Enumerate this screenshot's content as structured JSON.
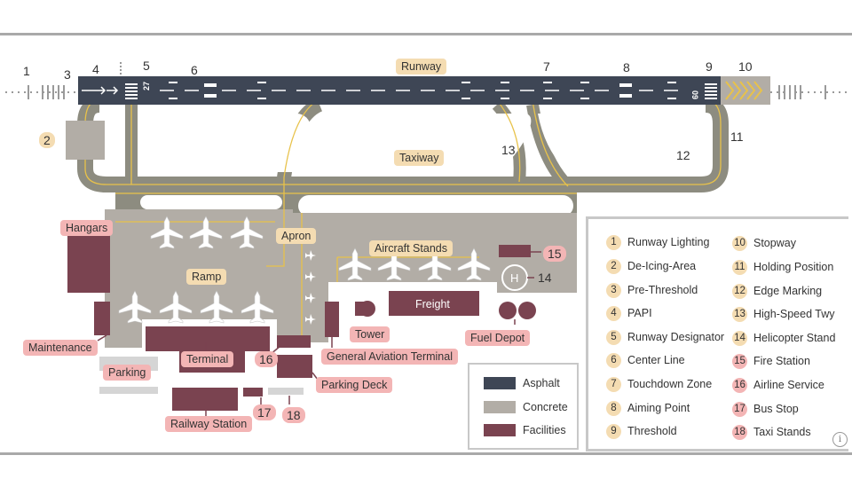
{
  "labels": {
    "runway": "Runway",
    "taxiway": "Taxiway",
    "apron": "Apron",
    "hangars": "Hangars",
    "ramp": "Ramp",
    "aircraft_stands": "Aircraft Stands",
    "freight": "Freight",
    "tower": "Tower",
    "fuel_depot": "Fuel Depot",
    "maintenance": "Maintenance",
    "parking": "Parking",
    "terminal": "Terminal",
    "general_aviation_terminal": "General Aviation Terminal",
    "parking_deck": "Parking Deck",
    "railway_station": "Railway Station",
    "runway_designator_left": "27",
    "runway_designator_right": "09",
    "helipad": "H"
  },
  "map_numbers": {
    "n1": "1",
    "n2": "2",
    "n3": "3",
    "n4": "4",
    "n5": "5",
    "n6": "6",
    "n7": "7",
    "n8": "8",
    "n9": "9",
    "n10": "10",
    "n11": "11",
    "n12": "12",
    "n13": "13",
    "n14": "14",
    "n15": "15",
    "n16": "16",
    "n17": "17",
    "n18": "18"
  },
  "legend": [
    {
      "num": "1",
      "text": "Runway Lighting",
      "style": "tan"
    },
    {
      "num": "2",
      "text": "De-Icing-Area",
      "style": "tan"
    },
    {
      "num": "3",
      "text": "Pre-Threshold",
      "style": "tan"
    },
    {
      "num": "4",
      "text": "PAPI",
      "style": "tan"
    },
    {
      "num": "5",
      "text": "Runway Designator",
      "style": "tan"
    },
    {
      "num": "6",
      "text": "Center Line",
      "style": "tan"
    },
    {
      "num": "7",
      "text": "Touchdown Zone",
      "style": "tan"
    },
    {
      "num": "8",
      "text": "Aiming Point",
      "style": "tan"
    },
    {
      "num": "9",
      "text": "Threshold",
      "style": "tan"
    },
    {
      "num": "10",
      "text": "Stopway",
      "style": "tan"
    },
    {
      "num": "11",
      "text": "Holding Position",
      "style": "tan"
    },
    {
      "num": "12",
      "text": "Edge Marking",
      "style": "tan"
    },
    {
      "num": "13",
      "text": "High-Speed Twy",
      "style": "tan"
    },
    {
      "num": "14",
      "text": "Helicopter Stand",
      "style": "tan"
    },
    {
      "num": "15",
      "text": "Fire Station",
      "style": "pink"
    },
    {
      "num": "16",
      "text": "Airline Service",
      "style": "pink"
    },
    {
      "num": "17",
      "text": "Bus Stop",
      "style": "pink"
    },
    {
      "num": "18",
      "text": "Taxi Stands",
      "style": "pink"
    }
  ],
  "surface_key": [
    {
      "text": "Asphalt",
      "color": "#3e4655"
    },
    {
      "text": "Concrete",
      "color": "#b2ada6"
    },
    {
      "text": "Facilities",
      "color": "#7a4350"
    }
  ],
  "colors": {
    "asphalt": "#3e4655",
    "concrete": "#b2ada6",
    "taxiway": "#8d8c80",
    "facilities": "#7a4350",
    "marking_yellow": "#e8c24a",
    "label_tan": "#f4dcb2",
    "label_pink": "#f3b5b5"
  },
  "info_icon": "i"
}
